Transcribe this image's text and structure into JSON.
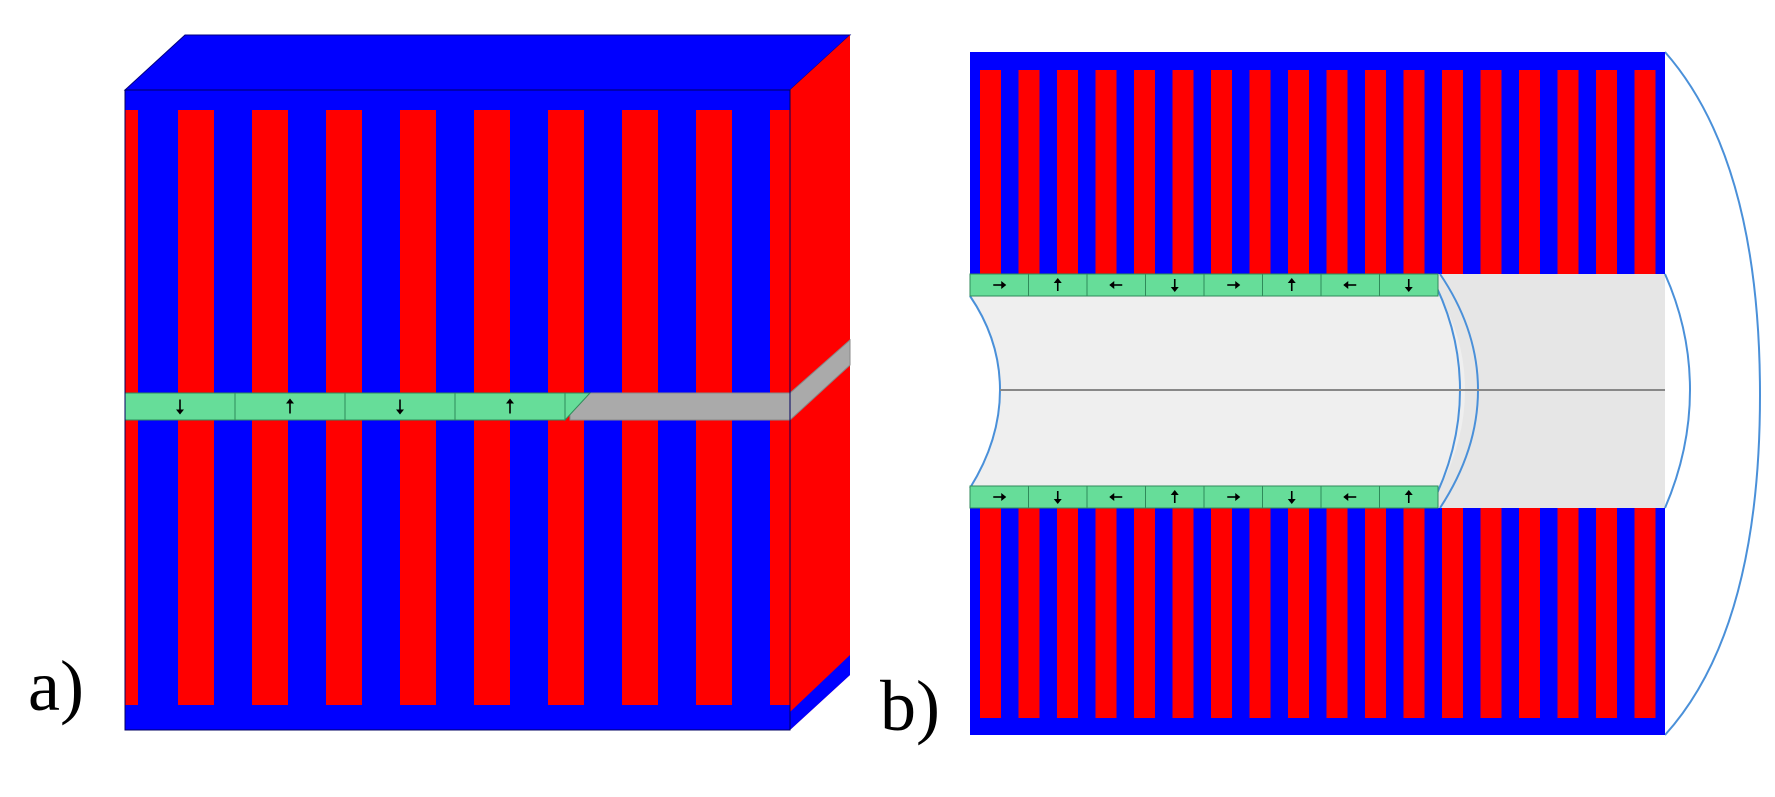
{
  "figure": {
    "panels": [
      {
        "id": "a",
        "label": "a)",
        "description_kind": "planar-stripes",
        "colors": {
          "stripe_primary": "#ff0000",
          "stripe_secondary": "#0000ff",
          "magnet_layer": "#66dd99",
          "gap_layer": "#aaaaaa"
        },
        "magnet_arrows": [
          "down",
          "up",
          "down",
          "up"
        ]
      },
      {
        "id": "b",
        "label": "b)",
        "description_kind": "cylindrical-stripes",
        "colors": {
          "stripe_primary": "#ff0000",
          "stripe_secondary": "#0000ff",
          "magnet_layer": "#66dd99",
          "bore_fill": "#efefef",
          "outline": "#4a90d9"
        },
        "magnet_arrows_top": [
          "right",
          "up",
          "left",
          "down",
          "right",
          "up",
          "left",
          "down"
        ],
        "magnet_arrows_bottom": [
          "right",
          "down",
          "left",
          "up",
          "right",
          "down",
          "left",
          "up"
        ]
      }
    ]
  }
}
